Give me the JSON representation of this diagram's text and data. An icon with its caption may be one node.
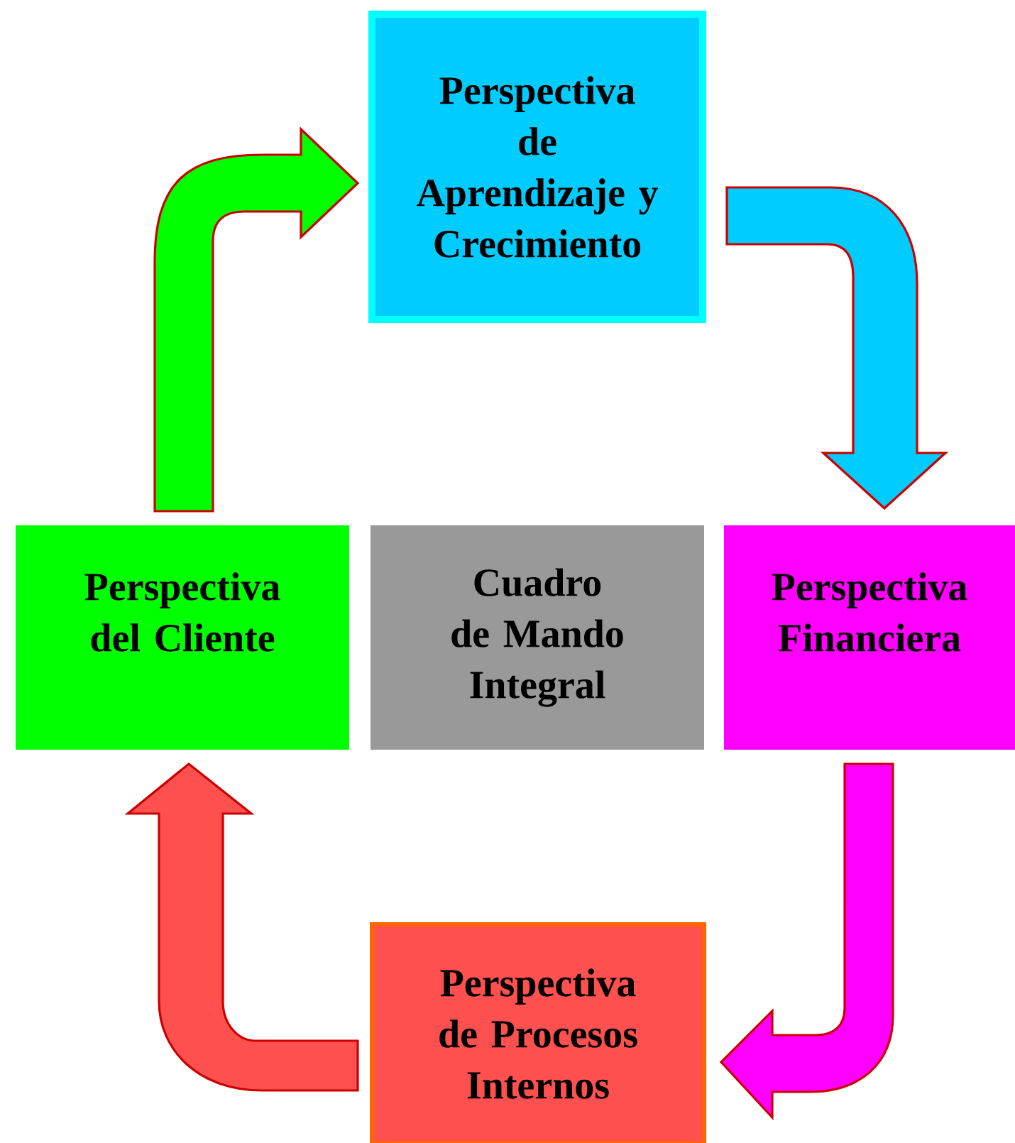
{
  "diagram": {
    "nodes": [
      {
        "text": [
          "Perspectiva de Aprendizaje y Crecimiento"
        ]
      },
      {
        "text": [
          "Perspectiva del Cliente"
        ]
      },
      {
        "text": [
          "Cuadro de Mando Integral"
        ]
      },
      {
        "text": [
          "Perspectiva Financiera"
        ]
      },
      {
        "text": [
          "Perspectiva de Procesos Internos"
        ]
      }
    ],
    "edges": [
      {
        "from": 1,
        "to": 0,
        "arrow": "to",
        "color": "#00ff00"
      },
      {
        "from": 0,
        "to": 3,
        "arrow": "to",
        "color": "#00ccff"
      },
      {
        "from": 3,
        "to": 4,
        "arrow": "to",
        "color": "#ff00ff"
      },
      {
        "from": 4,
        "to": 1,
        "arrow": "to",
        "color": "#ff5050"
      }
    ]
  }
}
